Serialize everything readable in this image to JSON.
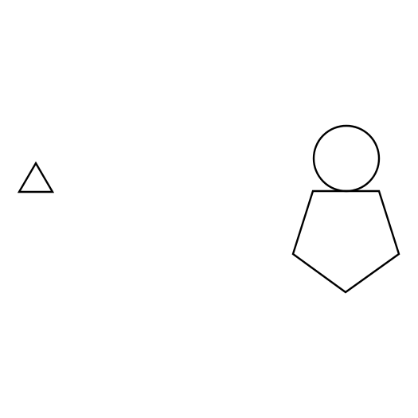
{
  "diagram": {
    "shapes": [
      {
        "kind": "triangle",
        "name": "small-triangle"
      },
      {
        "kind": "circle",
        "name": "circle"
      },
      {
        "kind": "pentagon",
        "name": "pentagon"
      }
    ],
    "colors": {
      "background": "#ffffff",
      "stroke": "#000000"
    }
  }
}
